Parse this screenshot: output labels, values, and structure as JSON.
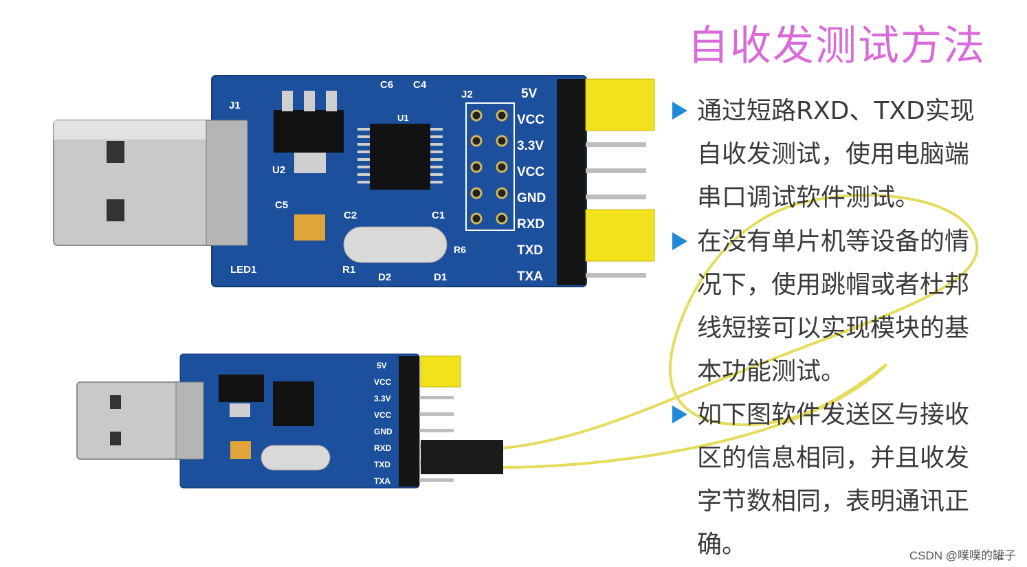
{
  "title": "自收发测试方法",
  "bullets": [
    {
      "lines": [
        "通过短路RXD、TXD实现",
        "自收发测试，使用电脑端",
        "串口调试软件测试。"
      ]
    },
    {
      "lines": [
        "在没有单片机等设备的情",
        "况下，使用跳帽或者杜邦",
        "线短接可以实现模块的基",
        "本功能测试。"
      ]
    },
    {
      "lines": [
        "如下图软件发送区与接收",
        "区的信息相同，并且收发",
        "字节数相同，表明通讯正",
        "确。"
      ]
    }
  ],
  "board_labels": {
    "j1": "J1",
    "j2": "J2",
    "u1": "U1",
    "u2": "U2",
    "c1": "C1",
    "c2": "C2",
    "c4": "C4",
    "c5": "C5",
    "c6": "C6",
    "r1": "R1",
    "r6": "R6",
    "d1": "D1",
    "d2": "D2",
    "led1": "LED1",
    "pins": [
      "5V",
      "VCC",
      "3.3V",
      "VCC",
      "GND",
      "RXD",
      "TXD",
      "TXA"
    ]
  },
  "watermark": "CSDN @噗噗的罐子",
  "colors": {
    "title": "#d96ad9",
    "arrow": "#1f8ad8",
    "pcb": "#1c4f9c",
    "jumper": "#f2e21c",
    "wire": "#d9d23a"
  },
  "icons": [
    "bullet-arrow-icon"
  ]
}
